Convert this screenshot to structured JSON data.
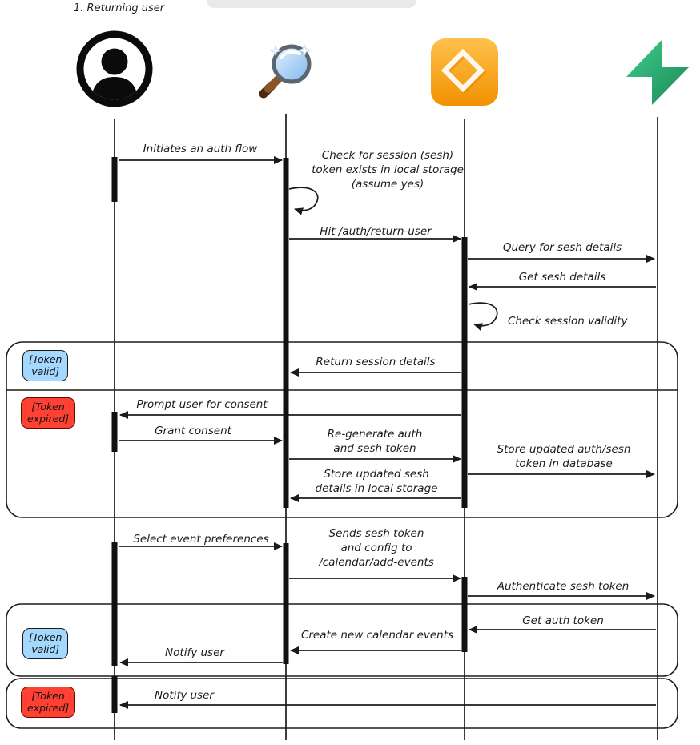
{
  "title": "1. Returning user",
  "icons": {
    "actor1": "user-icon",
    "actor2": "magnifier-icon",
    "actor3": "api-server-icon",
    "actor4": "supabase-icon"
  },
  "messages": {
    "m1": "Initiates an auth flow",
    "m2": "Check for session (sesh)\ntoken exists in local storage\n(assume yes)",
    "m3": "Hit /auth/return-user",
    "m4": "Query for sesh details",
    "m5": "Get sesh details",
    "m6": "Check session validity",
    "m7": "Return session details",
    "m8": "Prompt user for consent",
    "m9": "Grant consent",
    "m10": "Re-generate auth\nand sesh token",
    "m11": "Store updated auth/sesh\ntoken in database",
    "m12": "Store updated sesh\ndetails in local storage",
    "m13": "Select event preferences",
    "m14": "Sends sesh token\nand config to\n/calendar/add-events",
    "m15": "Authenticate sesh token",
    "m16": "Get auth token",
    "m17": "Create new calendar events",
    "m18": "Notify user",
    "m19": "Notify user"
  },
  "badges": {
    "frame1_valid": "[Token\nvalid]",
    "frame1_expired": "[Token\nexpired]",
    "frame2_valid": "[Token\nvalid]",
    "frame3_expired": "[Token\nexpired]"
  }
}
